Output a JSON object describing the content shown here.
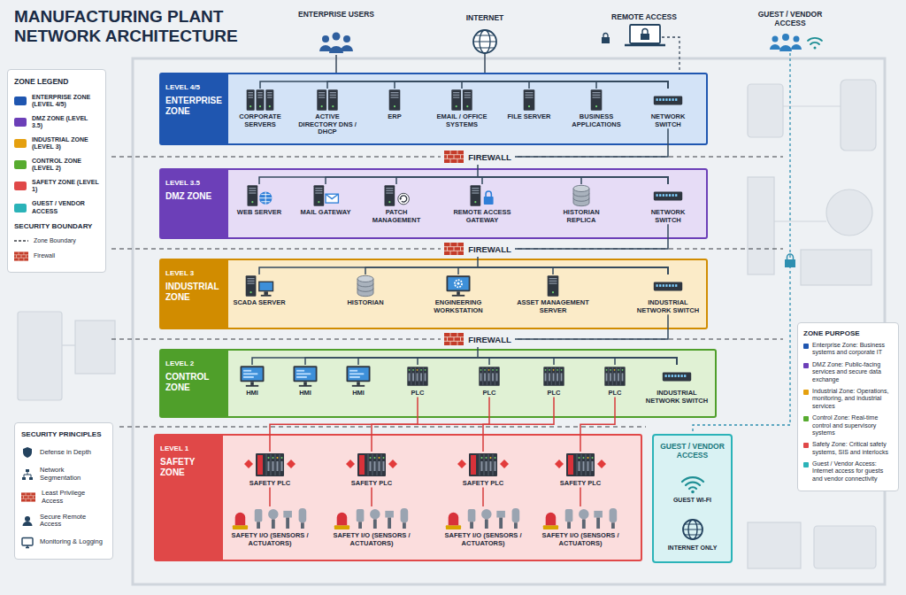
{
  "diagram": {
    "title": "MANUFACTURING PLANT NETWORK ARCHITECTURE",
    "nodes": [
      {
        "text": [
          "LEVEL 4/5",
          "ENTERPRISE ZONE"
        ]
      },
      {
        "text": [
          "CORPORATE SERVERS"
        ],
        "in": 0
      },
      {
        "text": [
          "ACTIVE DIRECTORY DNS / DHCP"
        ],
        "in": 0
      },
      {
        "text": [
          "ERP"
        ],
        "in": 0
      },
      {
        "text": [
          "EMAIL / OFFICE SYSTEMS"
        ],
        "in": 0
      },
      {
        "text": [
          "FILE SERVER"
        ],
        "in": 0
      },
      {
        "text": [
          "BUSINESS APPLICATIONS"
        ],
        "in": 0
      },
      {
        "text": [
          "NETWORK SWITCH"
        ],
        "in": 0
      },
      {
        "text": [
          "FIREWALL"
        ]
      },
      {
        "text": [
          "LEVEL 3.5",
          "DMZ ZONE"
        ]
      },
      {
        "text": [
          "WEB SERVER"
        ],
        "in": 9
      },
      {
        "text": [
          "MAIL GATEWAY"
        ],
        "in": 9
      },
      {
        "text": [
          "PATCH MANAGEMENT"
        ],
        "in": 9
      },
      {
        "text": [
          "REMOTE ACCESS GATEWAY"
        ],
        "in": 9
      },
      {
        "text": [
          "HISTORIAN REPLICA"
        ],
        "in": 9
      },
      {
        "text": [
          "NETWORK SWITCH"
        ],
        "in": 9
      },
      {
        "text": [
          "FIREWALL"
        ]
      },
      {
        "text": [
          "LEVEL 3",
          "INDUSTRIAL ZONE"
        ]
      },
      {
        "text": [
          "SCADA SERVER"
        ],
        "in": 17
      },
      {
        "text": [
          "HISTORIAN"
        ],
        "in": 17
      },
      {
        "text": [
          "ENGINEERING WORKSTATION"
        ],
        "in": 17
      },
      {
        "text": [
          "ASSET MANAGEMENT SERVER"
        ],
        "in": 17
      },
      {
        "text": [
          "INDUSTRIAL NETWORK SWITCH"
        ],
        "in": 17
      },
      {
        "text": [
          "FIREWALL"
        ]
      },
      {
        "text": [
          "LEVEL 2",
          "CONTROL ZONE"
        ]
      },
      {
        "text": [
          "HMI"
        ],
        "in": 24
      },
      {
        "text": [
          "HMI"
        ],
        "in": 24
      },
      {
        "text": [
          "HMI"
        ],
        "in": 24
      },
      {
        "text": [
          "PLC"
        ],
        "in": 24
      },
      {
        "text": [
          "PLC"
        ],
        "in": 24
      },
      {
        "text": [
          "PLC"
        ],
        "in": 24
      },
      {
        "text": [
          "PLC"
        ],
        "in": 24
      },
      {
        "text": [
          "INDUSTRIAL NETWORK SWITCH"
        ],
        "in": 24
      },
      {
        "text": [
          "LEVEL 1",
          "SAFETY ZONE"
        ]
      },
      {
        "text": [
          "SAFETY PLC"
        ],
        "in": 33
      },
      {
        "text": [
          "SAFETY PLC"
        ],
        "in": 33
      },
      {
        "text": [
          "SAFETY PLC"
        ],
        "in": 33
      },
      {
        "text": [
          "SAFETY PLC"
        ],
        "in": 33
      },
      {
        "text": [
          "SAFETY I/O (SENSORS / ACTUATORS)"
        ],
        "in": 33
      },
      {
        "text": [
          "SAFETY I/O (SENSORS / ACTUATORS)"
        ],
        "in": 33
      },
      {
        "text": [
          "SAFETY I/O (SENSORS / ACTUATORS)"
        ],
        "in": 33
      },
      {
        "text": [
          "SAFETY I/O (SENSORS / ACTUATORS)"
        ],
        "in": 33
      },
      {
        "text": [
          "GUEST / VENDOR ACCESS",
          "GUEST WI-FI",
          "INTERNET ONLY"
        ]
      },
      {
        "text": [
          "ZONE PURPOSE",
          "Enterprise Zone: Business systems and corporate IT",
          "DMZ Zone: Public-facing services and secure data exchange",
          "Industrial Zone: Operations, monitoring, and industrial services",
          "Control Zone: Real-time control and supervisory systems",
          "Safety Zone: Critical safety systems, SIS and interlocks",
          "Guest / Vendor Access: Internet access for guests and vendor connectivity"
        ]
      },
      {
        "text": [
          "SECURITY PRINCIPLES",
          "Defense in Depth",
          "Network Segmentation",
          "Least Privilege Access",
          "Secure Remote Access",
          "Monitoring & Logging"
        ]
      }
    ],
    "edges": [
      {
        "from": 1,
        "to": 7,
        "arrow": "none"
      },
      {
        "from": 2,
        "to": 7,
        "arrow": "none"
      },
      {
        "from": 3,
        "to": 7,
        "arrow": "none"
      },
      {
        "from": 4,
        "to": 7,
        "arrow": "none"
      },
      {
        "from": 5,
        "to": 7,
        "arrow": "none"
      },
      {
        "from": 6,
        "to": 7,
        "arrow": "none"
      },
      {
        "from": 7,
        "to": 8,
        "arrow": "none"
      },
      {
        "from": 8,
        "to": 15,
        "arrow": "none"
      },
      {
        "from": 10,
        "to": 15,
        "arrow": "none"
      },
      {
        "from": 11,
        "to": 15,
        "arrow": "none"
      },
      {
        "from": 12,
        "to": 15,
        "arrow": "none"
      },
      {
        "from": 13,
        "to": 15,
        "arrow": "none"
      },
      {
        "from": 14,
        "to": 15,
        "arrow": "none"
      },
      {
        "from": 15,
        "to": 16,
        "arrow": "none"
      },
      {
        "from": 16,
        "to": 22,
        "arrow": "none"
      },
      {
        "from": 18,
        "to": 22,
        "arrow": "none"
      },
      {
        "from": 19,
        "to": 22,
        "arrow": "none"
      },
      {
        "from": 20,
        "to": 22,
        "arrow": "none"
      },
      {
        "from": 21,
        "to": 22,
        "arrow": "none"
      },
      {
        "from": 22,
        "to": 23,
        "arrow": "none"
      },
      {
        "from": 23,
        "to": 32,
        "arrow": "none"
      },
      {
        "from": 25,
        "to": 32,
        "arrow": "none"
      },
      {
        "from": 26,
        "to": 32,
        "arrow": "none"
      },
      {
        "from": 27,
        "to": 32,
        "arrow": "none"
      },
      {
        "from": 28,
        "to": 32,
        "arrow": "none"
      },
      {
        "from": 29,
        "to": 32,
        "arrow": "none"
      },
      {
        "from": 30,
        "to": 32,
        "arrow": "none"
      },
      {
        "from": 31,
        "to": 32,
        "arrow": "none"
      },
      {
        "from": 28,
        "to": 34,
        "arrow": "none"
      },
      {
        "from": 29,
        "to": 35,
        "arrow": "none"
      },
      {
        "from": 30,
        "to": 36,
        "arrow": "none"
      },
      {
        "from": 31,
        "to": 37,
        "arrow": "none"
      },
      {
        "from": 34,
        "to": 38,
        "arrow": "none"
      },
      {
        "from": 35,
        "to": 39,
        "arrow": "none"
      },
      {
        "from": 36,
        "to": 40,
        "arrow": "none"
      },
      {
        "from": 37,
        "to": 41,
        "arrow": "none"
      }
    ],
    "labels": [
      "ENTERPRISE USERS",
      "INTERNET",
      "REMOTE ACCESS",
      "GUEST / VENDOR ACCESS",
      "ZONE LEGEND",
      "SECURITY BOUNDARY"
    ],
    "legend": [
      {
        "text": "ENTERPRISE ZONE (LEVEL 4/5)",
        "color": "#1f56b0"
      },
      {
        "text": "DMZ ZONE (LEVEL 3.5)",
        "color": "#6c3fb8"
      },
      {
        "text": "INDUSTRIAL ZONE (LEVEL 3)",
        "color": "#e5a00f"
      },
      {
        "text": "CONTROL ZONE (LEVEL 2)",
        "color": "#57ab2f"
      },
      {
        "text": "SAFETY ZONE (LEVEL 1)",
        "color": "#e04848"
      },
      {
        "text": "GUEST / VENDOR ACCESS",
        "color": "#2bb3b8"
      },
      {
        "text": "Zone Boundary"
      },
      {
        "text": "Firewall"
      }
    ]
  }
}
